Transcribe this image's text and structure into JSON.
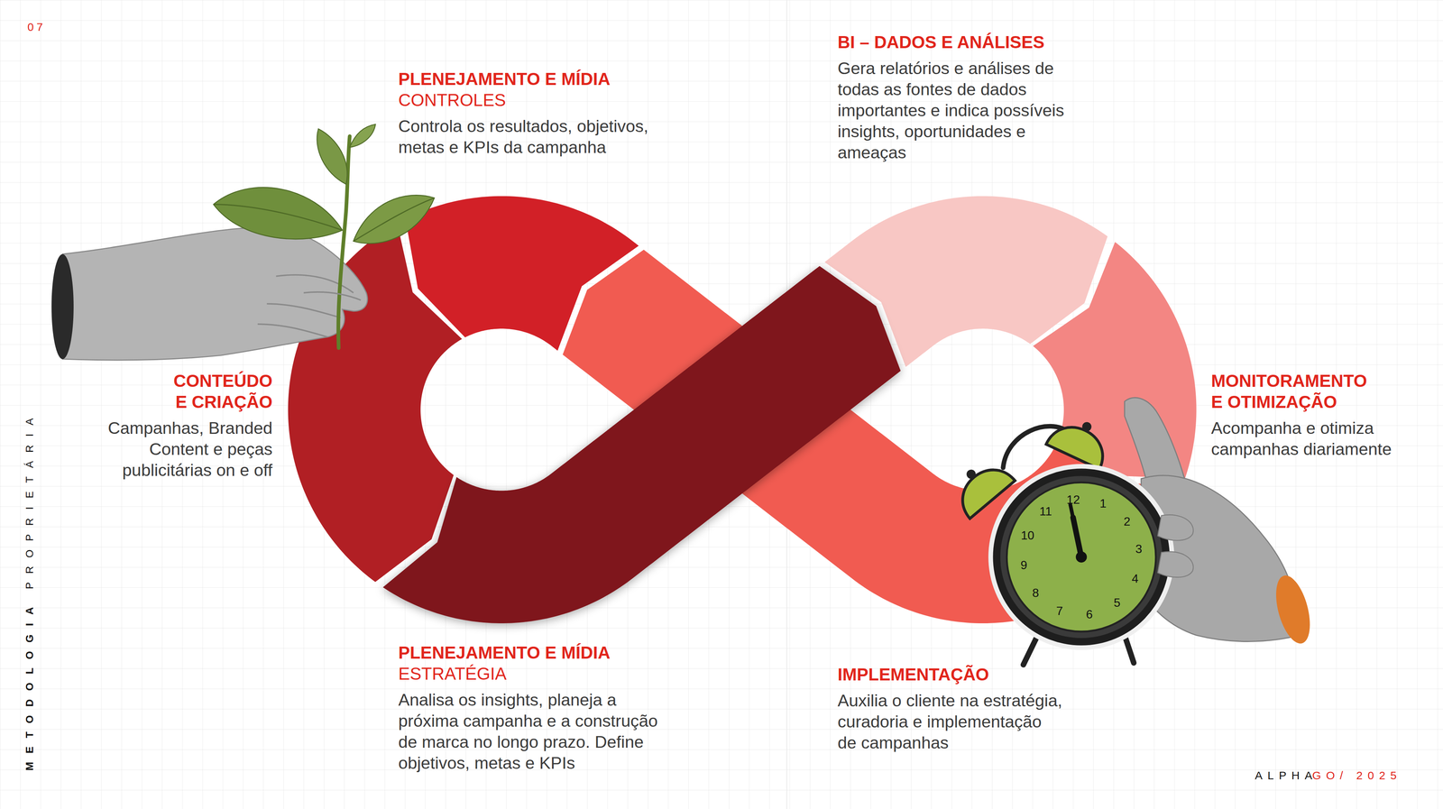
{
  "diagram": {
    "nodes": [
      {
        "text": [
          "PLENEJAMENTO E MÍDIA",
          "CONTROLES",
          "Controla os resultados, objetivos, metas e KPIs da campanha"
        ]
      },
      {
        "text": [
          "BI – DADOS E ANÁLISES",
          "Gera relatórios e análises de todas as fontes de dados importantes e indica possíveis insights, oportunidades e ameaças"
        ]
      },
      {
        "text": [
          "CONTEÚDO E CRIAÇÃO",
          "Campanhas, Branded Content e peças publicitárias on e off"
        ]
      },
      {
        "text": [
          "MONITORAMENTO E OTIMIZAÇÃO",
          "Acompanha e otimiza campanhas diariamente"
        ]
      },
      {
        "text": [
          "PLENEJAMENTO E MÍDIA",
          "ESTRATÉGIA",
          "Analisa os insights, planeja a próxima campanha e a construção de marca no longo prazo. Define objetivos, metas e KPIs"
        ]
      },
      {
        "text": [
          "IMPLEMENTAÇÃO",
          "Auxilia o cliente na estratégia, curadoria e implementação de campanhas"
        ]
      }
    ],
    "labels": [
      "07",
      "METODOLOGIA",
      "PROPRIETÁRIA",
      "ALPHA",
      "GO/ 2025",
      "12",
      "1",
      "2",
      "3",
      "4",
      "5",
      "6",
      "7",
      "8",
      "9",
      "10",
      "11"
    ]
  }
}
